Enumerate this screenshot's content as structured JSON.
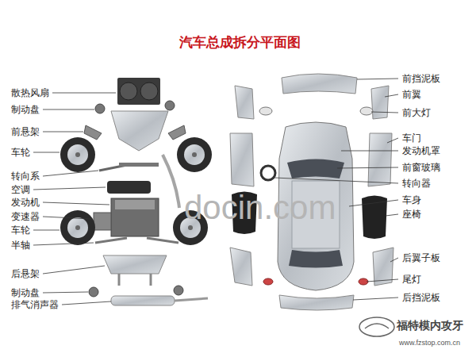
{
  "diagram": {
    "title": "汽车总成拆分平面图",
    "labels": [
      "散热风扇",
      "制动盘",
      "前悬架",
      "车轮",
      "转向系",
      "空调",
      "发动机",
      "变速器",
      "车轮",
      "半轴",
      "后悬架",
      "制动盘",
      "排气消声器",
      "前挡泥板",
      "前翼",
      "前大灯",
      "车门",
      "发动机罩",
      "前窗玻璃",
      "转向器",
      "车身",
      "座椅",
      "后翼子板",
      "尾灯",
      "后挡泥板",
      "docin.com",
      "福特模内攻牙",
      "www.fzstop.com.cn"
    ]
  }
}
